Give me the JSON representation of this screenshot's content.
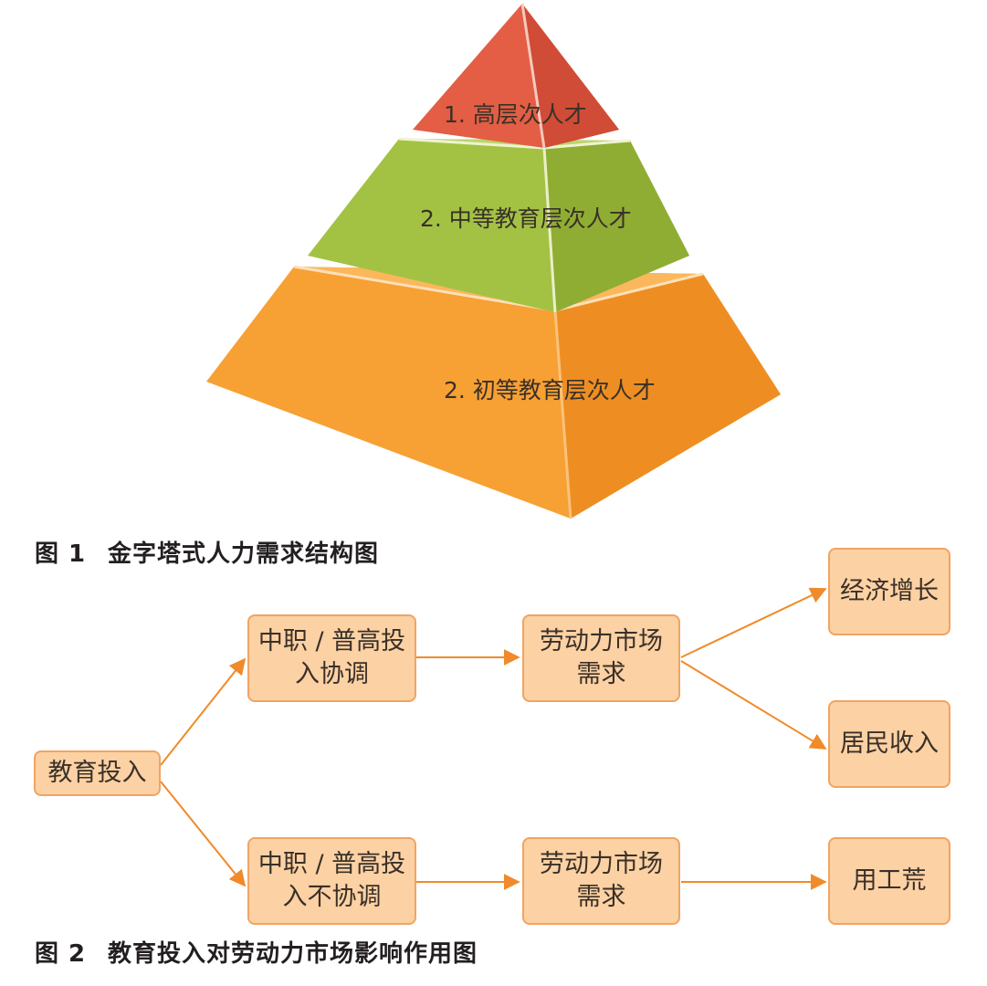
{
  "figure1": {
    "tiers": [
      {
        "label": "1. 高层次人才",
        "color": "#e15a40"
      },
      {
        "label": "2. 中等教育层次人才",
        "color": "#9bbb3a"
      },
      {
        "label": "2. 初等教育层次人才",
        "color": "#f6982c"
      }
    ],
    "caption_number": "图 1",
    "caption_text": "金字塔式人力需求结构图"
  },
  "figure2": {
    "nodes": {
      "root": {
        "lines": [
          "教育投入"
        ]
      },
      "coord": {
        "lines": [
          "中职 / 普高投",
          "入协调"
        ]
      },
      "uncoord": {
        "lines": [
          "中职 / 普高投",
          "入不协调"
        ]
      },
      "market_top": {
        "lines": [
          "劳动力市场",
          "需求"
        ]
      },
      "market_bottom": {
        "lines": [
          "劳动力市场",
          "需求"
        ]
      },
      "growth": {
        "lines": [
          "经济增长"
        ]
      },
      "income": {
        "lines": [
          "居民收入"
        ]
      },
      "shortage": {
        "lines": [
          "用工荒"
        ]
      }
    },
    "arrow_color": "#f08a2a",
    "caption_number": "图 2",
    "caption_text": "教育投入对劳动力市场影响作用图"
  }
}
